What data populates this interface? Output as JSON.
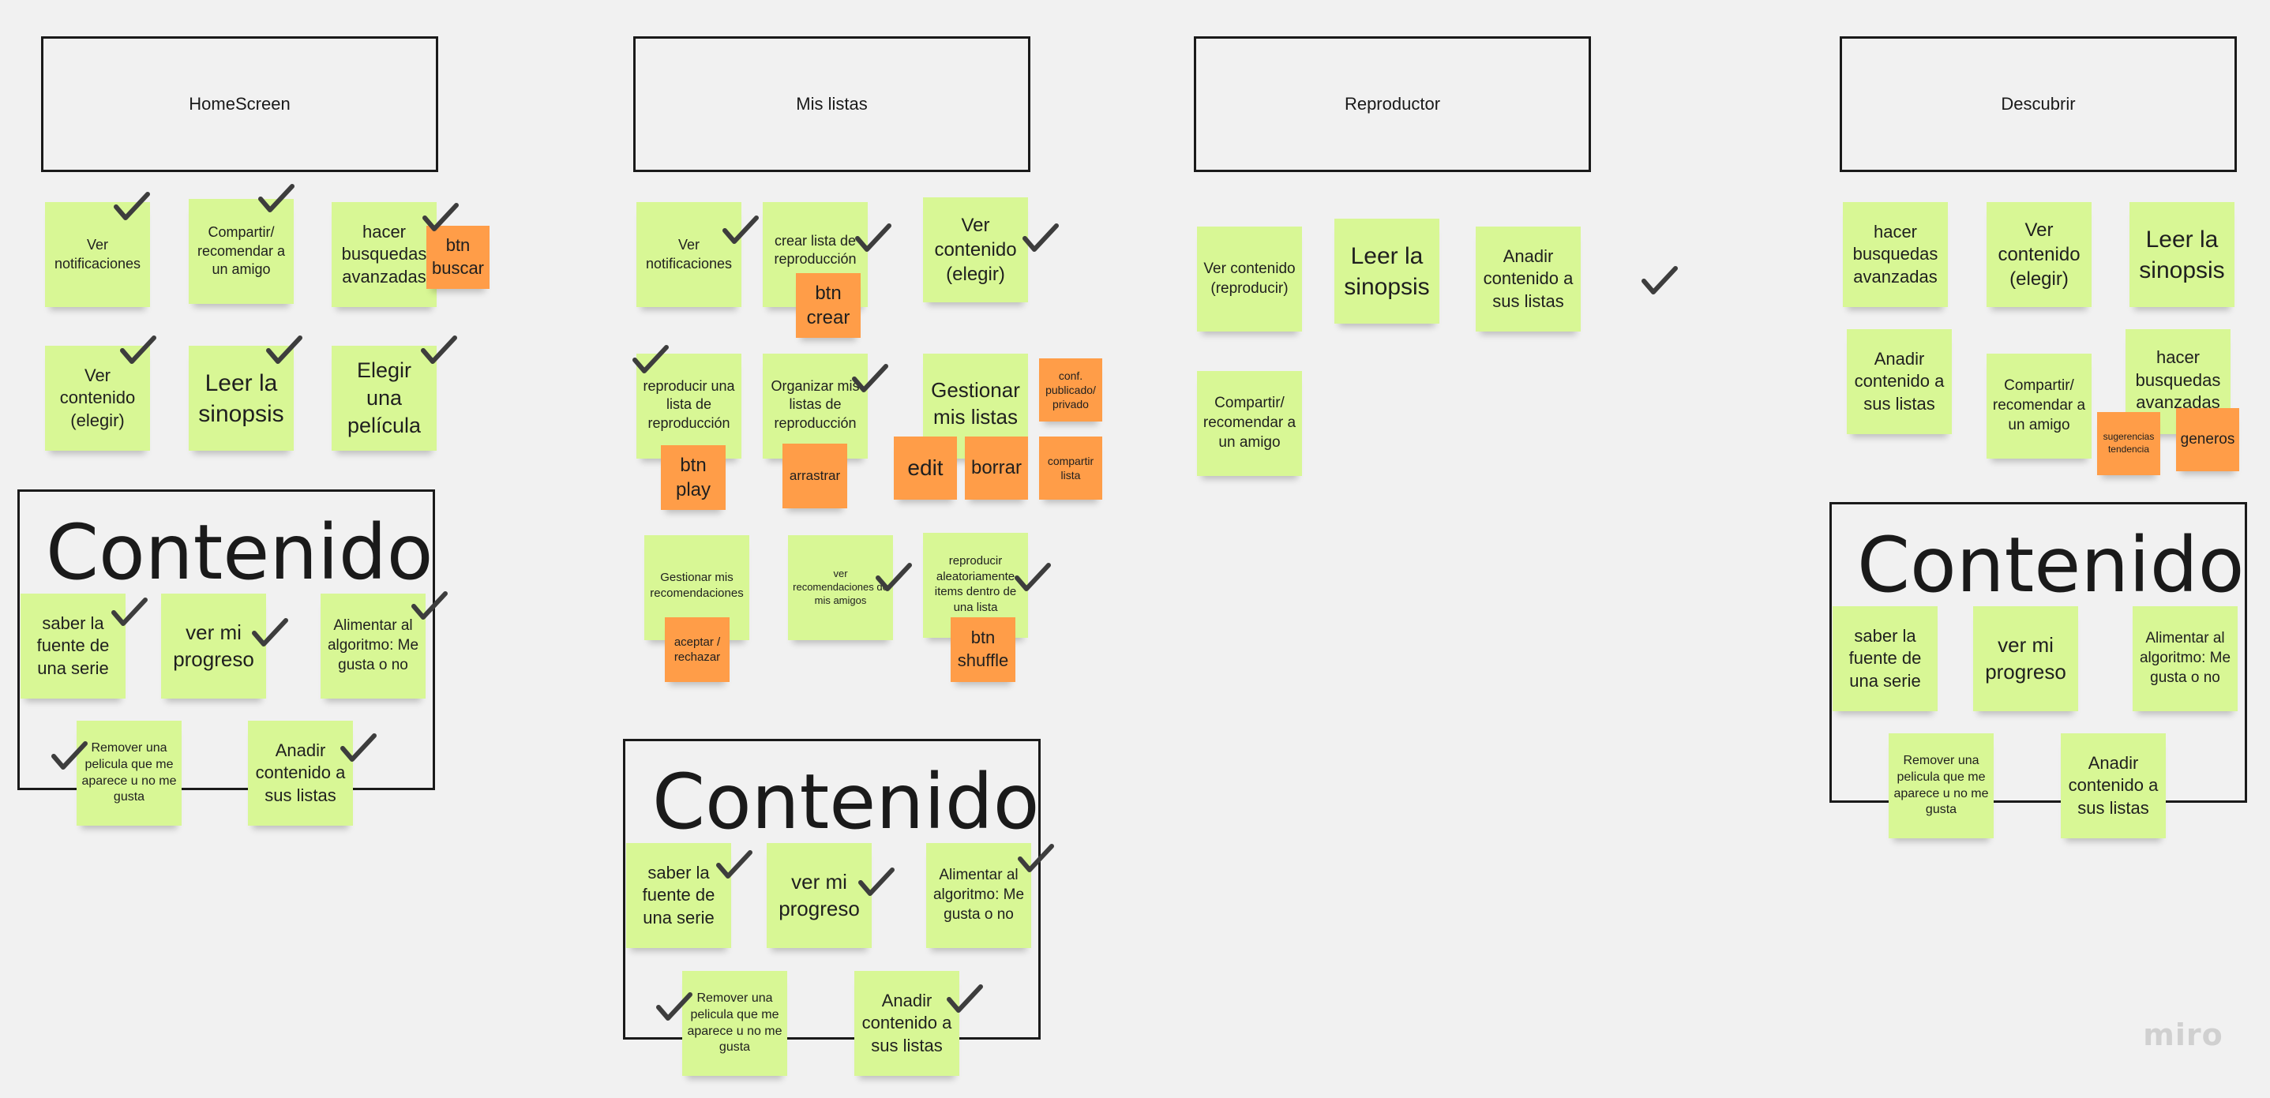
{
  "headers": {
    "homescreen": "HomeScreen",
    "mis_listas": "Mis listas",
    "reproductor": "Reproductor",
    "descubrir": "Descubrir"
  },
  "frame_titles": {
    "home": "Contenido",
    "listas": "Contenido",
    "descubrir": "Contenido"
  },
  "notes": {
    "home": {
      "ver_notificaciones": "Ver notificaciones",
      "compartir": "Compartir/ recomendar a un amigo",
      "hacer_busquedas": "hacer busquedas avanzadas",
      "btn_buscar": "btn buscar",
      "ver_contenido": "Ver contenido (elegir)",
      "leer_sinopsis": "Leer la sinopsis",
      "elegir_pelicula": "Elegir una película"
    },
    "home_contenido": {
      "saber_fuente": "saber la fuente de una serie",
      "ver_progreso": "ver mi progreso",
      "alimentar": "Alimentar al algoritmo: Me gusta o no",
      "remover": "Remover una pelicula que me aparece u no me gusta",
      "anadir": "Anadir contenido a sus listas"
    },
    "listas": {
      "ver_notificaciones": "Ver notificaciones",
      "crear_lista": "crear lista de reproducción",
      "btn_crear": "btn crear",
      "ver_contenido": "Ver contenido (elegir)",
      "reproducir_lista": "reproducir una lista de reproducción",
      "btn_play": "btn play",
      "organizar": "Organizar mis listas de reproducción",
      "arrastrar": "arrastrar",
      "gestionar_listas": "Gestionar mis listas",
      "conf_publicado": "conf. publicado/ privado",
      "edit": "edit",
      "borrar": "borrar",
      "compartir_lista": "compartir lista",
      "gestionar_recomendaciones": "Gestionar mis recomendaciones",
      "aceptar": "aceptar / rechazar",
      "ver_recomendaciones": "ver recomendaciones de mis amigos",
      "reproducir_aleatorio": "reproducir aleatoriamente items dentro de una lista",
      "btn_shuffle": "btn shuffle"
    },
    "listas_contenido": {
      "saber_fuente": "saber la fuente de una serie",
      "ver_progreso": "ver mi progreso",
      "alimentar": "Alimentar al algoritmo: Me gusta o no",
      "remover": "Remover una pelicula que me aparece u no me gusta",
      "anadir": "Anadir contenido a sus listas"
    },
    "reproductor": {
      "ver_contenido": "Ver contenido (reproducir)",
      "leer_sinopsis": "Leer la sinopsis",
      "anadir": "Anadir contenido a sus listas",
      "compartir": "Compartir/ recomendar a un amigo"
    },
    "descubrir": {
      "hacer_busquedas": "hacer busquedas avanzadas",
      "ver_contenido": "Ver contenido (elegir)",
      "leer_sinopsis": "Leer la sinopsis",
      "anadir": "Anadir contenido a sus listas",
      "compartir": "Compartir/ recomendar a un amigo",
      "hacer_busquedas_2": "hacer busquedas avanzadas",
      "sugerencias": "sugerencias tendencia",
      "generos": "generos"
    },
    "descubrir_contenido": {
      "saber_fuente": "saber la fuente de una serie",
      "ver_progreso": "ver mi progreso",
      "alimentar": "Alimentar al algoritmo: Me gusta o no",
      "remover": "Remover una pelicula que me aparece u no me gusta",
      "anadir": "Anadir contenido a sus listas"
    }
  },
  "logo": "miro",
  "colors": {
    "sticky_green": "#d8f795",
    "sticky_orange": "#ff9d48",
    "frame_border": "#1a1a1a",
    "check": "#3d3d3d"
  }
}
